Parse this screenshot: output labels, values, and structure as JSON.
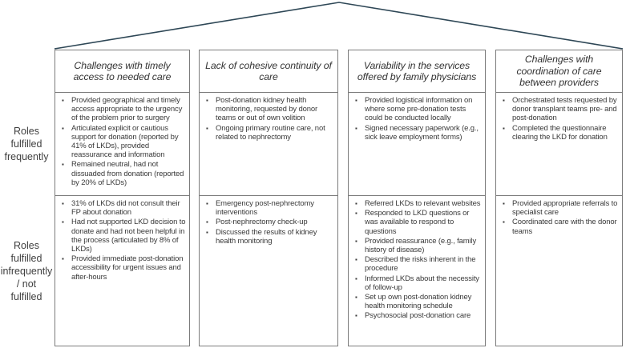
{
  "colors": {
    "roof_line": "#2e4756",
    "table_border": "#7b7b7b",
    "text": "#3a3a3a"
  },
  "bullet_icon": "square-bullet",
  "row_labels": {
    "frequent": "Roles fulfilled frequently",
    "infrequent": "Roles fulfilled infrequently / not fulfilled"
  },
  "columns": [
    {
      "header": "Challenges with timely access to needed care",
      "roles_fulfilled_frequently": [
        "Provided geographical and timely access appropriate to the urgency of the problem prior to surgery",
        "Articulated explicit or cautious support for donation (reported by 41% of LKDs), provided reassurance and information",
        "Remained neutral, had not dissuaded from donation (reported by 20% of LKDs)"
      ],
      "roles_fulfilled_infrequently_or_not_fulfilled": [
        "31% of LKDs did not consult their FP about donation",
        "Had not supported LKD decision to donate and had not been helpful in the process (articulated by 8% of LKDs)",
        "Provided immediate post-donation accessibility for urgent issues and after-hours"
      ]
    },
    {
      "header": "Lack of cohesive continuity of care",
      "roles_fulfilled_frequently": [
        "Post-donation kidney health monitoring, requested by donor teams or out of own volition",
        "Ongoing primary routine care, not related to nephrectomy"
      ],
      "roles_fulfilled_infrequently_or_not_fulfilled": [
        "Emergency post-nephrectomy interventions",
        "Post-nephrectomy check-up",
        "Discussed the results of kidney health monitoring"
      ]
    },
    {
      "header": "Variability in the services offered by family physicians",
      "roles_fulfilled_frequently": [
        "Provided logistical information on where some pre-donation tests could be conducted locally",
        "Signed necessary paperwork (e.g., sick leave employment forms)"
      ],
      "roles_fulfilled_infrequently_or_not_fulfilled": [
        "Referred LKDs to relevant websites",
        "Responded to LKD questions or was available to respond to questions",
        "Provided reassurance (e.g., family history of disease)",
        "Described the risks inherent in the procedure",
        "Informed LKDs about the necessity of follow-up",
        "Set up own post-donation kidney health monitoring schedule",
        "Psychosocial post-donation care"
      ]
    },
    {
      "header": "Challenges with coordination of care between providers",
      "roles_fulfilled_frequently": [
        "Orchestrated tests requested by donor transplant teams pre- and post-donation",
        "Completed the questionnaire clearing the LKD for donation"
      ],
      "roles_fulfilled_infrequently_or_not_fulfilled": [
        "Provided appropriate referrals to specialist care",
        "Coordinated care with the donor teams"
      ]
    }
  ]
}
